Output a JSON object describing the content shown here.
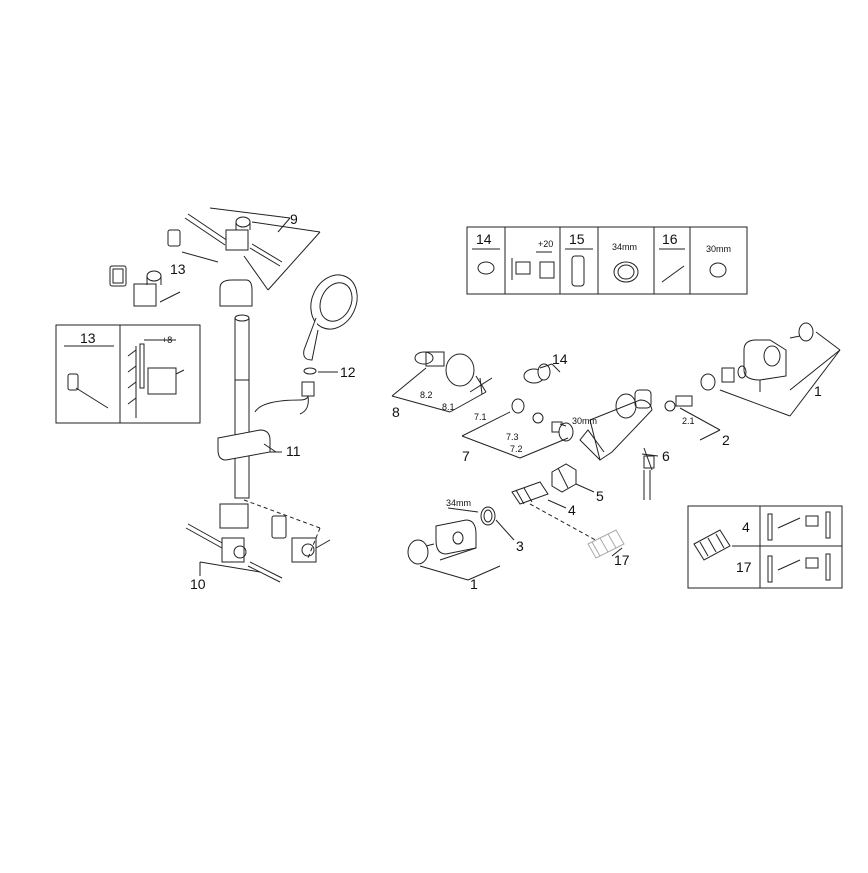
{
  "callouts": {
    "c9": "9",
    "c13": "13",
    "c12": "12",
    "c11": "11",
    "c10": "10",
    "c14": "14",
    "c1_top": "1",
    "c8_2": "8.2",
    "c8_1": "8.1",
    "c8": "8",
    "c7_1": "7.1",
    "c7_3": "7.3",
    "c7_2": "7.2",
    "c7": "7",
    "c30mm": "30mm",
    "c2_1": "2.1",
    "c2": "2",
    "c6": "6",
    "c5": "5",
    "c4": "4",
    "c34mm": "34mm",
    "c3": "3",
    "c17": "17",
    "c1_bottom": "1"
  },
  "inset_13": {
    "number": "13",
    "dimension": "+8"
  },
  "tools_table": {
    "cells": [
      {
        "number": "14"
      },
      {
        "dimension": "+20"
      },
      {
        "number": "15"
      },
      {
        "dimension": "34mm"
      },
      {
        "number": "16"
      },
      {
        "dimension": "30mm"
      }
    ]
  },
  "inset_valves": {
    "rows": [
      {
        "number": "4"
      },
      {
        "number": "17"
      }
    ]
  }
}
